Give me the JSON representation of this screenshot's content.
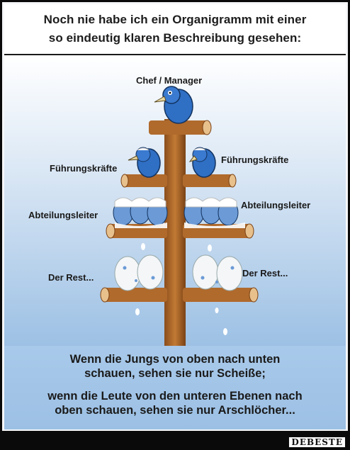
{
  "header": {
    "line1": "Noch nie habe ich ein Organigramm mit einer",
    "line2": "so eindeutig klaren Beschreibung gesehen:"
  },
  "labels": {
    "top": "Chef / Manager",
    "fuehrung_left": "Führungskräfte",
    "fuehrung_right": "Führungskräfte",
    "abteilung_left": "Abteilungsleiter",
    "abteilung_right": "Abteilungsleiter",
    "rest_left": "Der Rest...",
    "rest_right": "Der Rest..."
  },
  "caption": {
    "line1": "Wenn die Jungs von oben nach unten",
    "line2": "schauen, sehen sie nur Scheiße;",
    "line3": "wenn die Leute von den unteren Ebenen nach",
    "line4": "oben schauen, sehen sie nur Arschlöcher..."
  },
  "watermark": "DEBESTE",
  "colors": {
    "bird_blue": "#2f6fc4",
    "wood": "#b06a2c",
    "sky": "#9cc0e4"
  }
}
